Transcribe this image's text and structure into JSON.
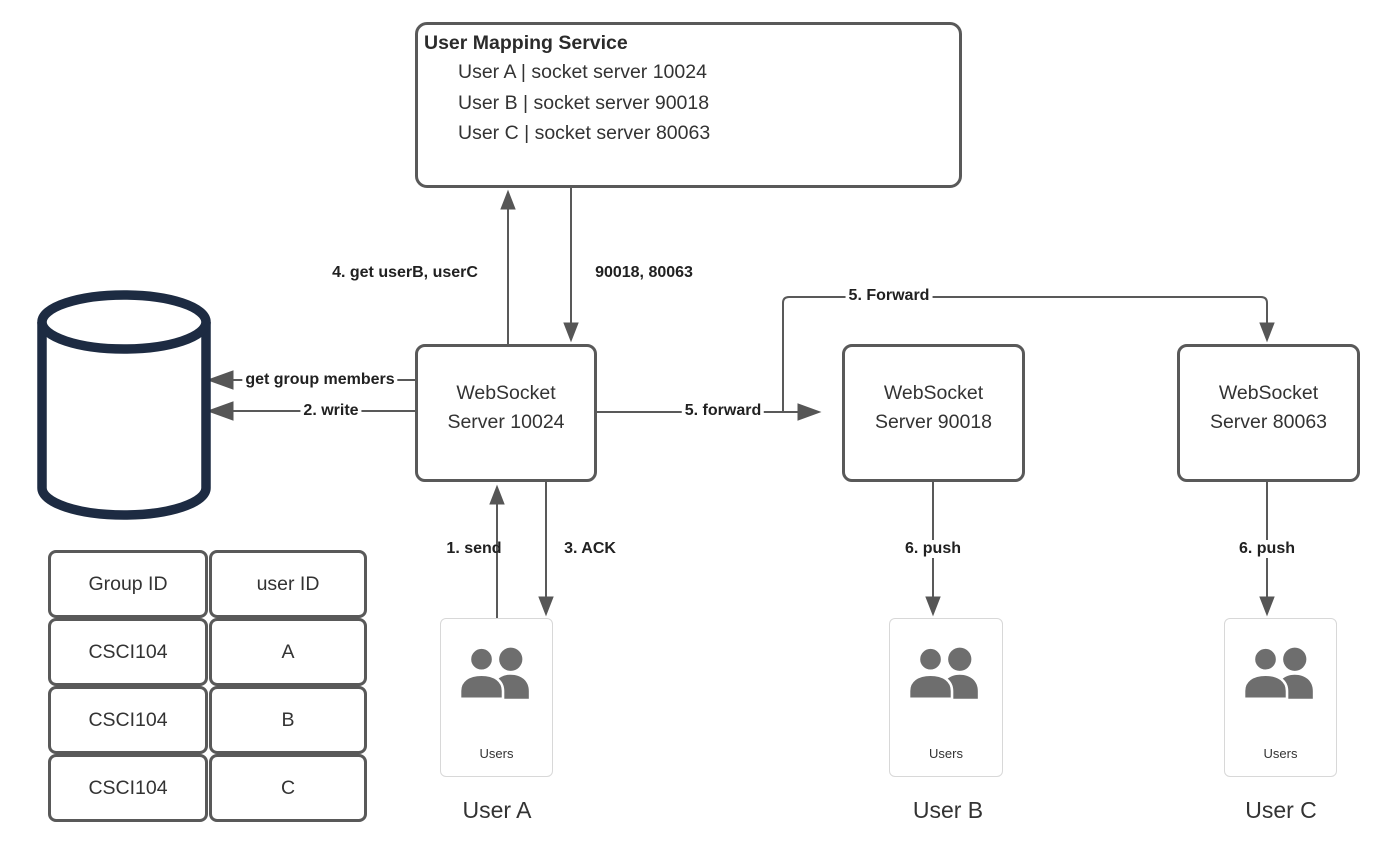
{
  "mapping_service": {
    "title": "User Mapping Service",
    "entries": [
      "User A | socket server 10024",
      "User B | socket server 90018",
      "User C | socket server 80063"
    ]
  },
  "servers": [
    {
      "line1": "WebSocket",
      "line2": "Server 10024"
    },
    {
      "line1": "WebSocket",
      "line2": "Server 90018"
    },
    {
      "line1": "WebSocket",
      "line2": "Server 80063"
    }
  ],
  "users": [
    {
      "box_label": "Users",
      "name": "User A"
    },
    {
      "box_label": "Users",
      "name": "User B"
    },
    {
      "box_label": "Users",
      "name": "User C"
    }
  ],
  "table": {
    "headers": [
      "Group ID",
      "user ID"
    ],
    "rows": [
      [
        "CSCI104",
        "A"
      ],
      [
        "CSCI104",
        "B"
      ],
      [
        "CSCI104",
        "C"
      ]
    ]
  },
  "edge_labels": {
    "get_users": "4. get userB, userC",
    "mapping_response": "90018, 80063",
    "get_group_members": "get group members",
    "write": "2. write",
    "send": "1. send",
    "ack": "3. ACK",
    "forward_lower": "5. forward",
    "forward_upper": "5. Forward",
    "push_b": "6. push",
    "push_c": "6. push"
  },
  "colors": {
    "box_border": "#595959",
    "edge_line": "#595959",
    "arrowhead": "#565656",
    "text": "#333333",
    "database": "#1d2b42",
    "users_icon": "#6e6e6e",
    "users_box_border": "#d8d8d8",
    "background": "#ffffff"
  }
}
